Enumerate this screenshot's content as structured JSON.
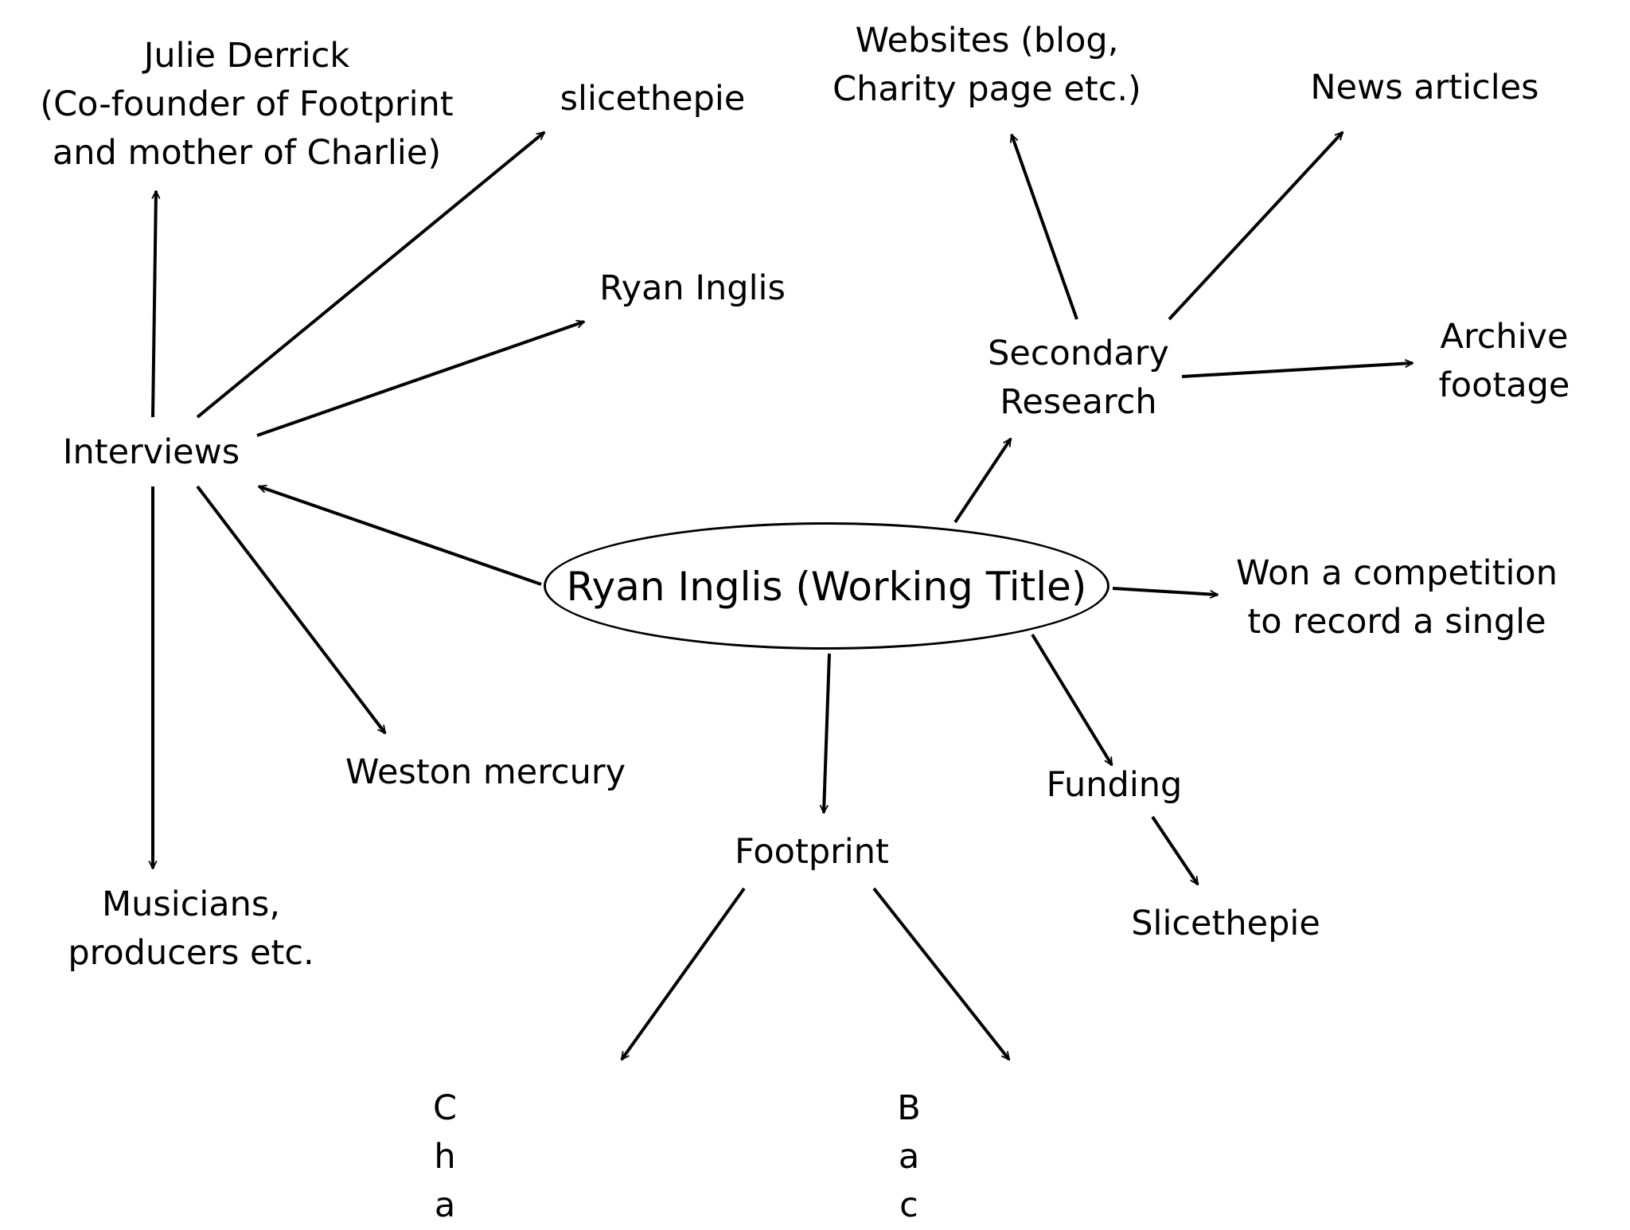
{
  "diagram": {
    "type": "mind-map",
    "center": {
      "label": "Ryan Inglis (Working Title)"
    },
    "nodes": {
      "interviews": {
        "label": "Interviews"
      },
      "julie_derrick": {
        "lines": [
          "Julie Derrick",
          "(Co-founder of Footprint",
          "and mother of Charlie)"
        ]
      },
      "slicethepie_interview": {
        "label": "slicethepie"
      },
      "ryan_inglis": {
        "label": "Ryan Inglis"
      },
      "weston_mercury": {
        "label": "Weston mercury"
      },
      "musicians": {
        "lines": [
          "Musicians,",
          "producers etc."
        ]
      },
      "secondary_research": {
        "lines": [
          "Secondary",
          "Research"
        ]
      },
      "websites": {
        "lines": [
          "Websites (blog,",
          "Charity page etc.)"
        ]
      },
      "news_articles": {
        "label": "News articles"
      },
      "archive_footage": {
        "lines": [
          "Archive",
          "footage"
        ]
      },
      "competition": {
        "lines": [
          "Won a competition",
          "to record a single"
        ]
      },
      "funding": {
        "label": "Funding"
      },
      "slicethepie_funding": {
        "label": "Slicethepie"
      },
      "footprint": {
        "label": "Footprint"
      },
      "footprint_left_vertical": {
        "letters": [
          "C",
          "h",
          "a"
        ]
      },
      "footprint_right_vertical": {
        "letters": [
          "B",
          "a",
          "c"
        ]
      }
    },
    "edges": [
      {
        "from": "center",
        "to": "interviews"
      },
      {
        "from": "center",
        "to": "secondary_research"
      },
      {
        "from": "center",
        "to": "competition"
      },
      {
        "from": "center",
        "to": "funding"
      },
      {
        "from": "center",
        "to": "footprint"
      },
      {
        "from": "interviews",
        "to": "julie_derrick"
      },
      {
        "from": "interviews",
        "to": "slicethepie_interview"
      },
      {
        "from": "interviews",
        "to": "ryan_inglis"
      },
      {
        "from": "interviews",
        "to": "weston_mercury"
      },
      {
        "from": "interviews",
        "to": "musicians"
      },
      {
        "from": "secondary_research",
        "to": "websites"
      },
      {
        "from": "secondary_research",
        "to": "news_articles"
      },
      {
        "from": "secondary_research",
        "to": "archive_footage"
      },
      {
        "from": "funding",
        "to": "slicethepie_funding"
      },
      {
        "from": "footprint",
        "to": "footprint_left_vertical"
      },
      {
        "from": "footprint",
        "to": "footprint_right_vertical"
      }
    ]
  }
}
